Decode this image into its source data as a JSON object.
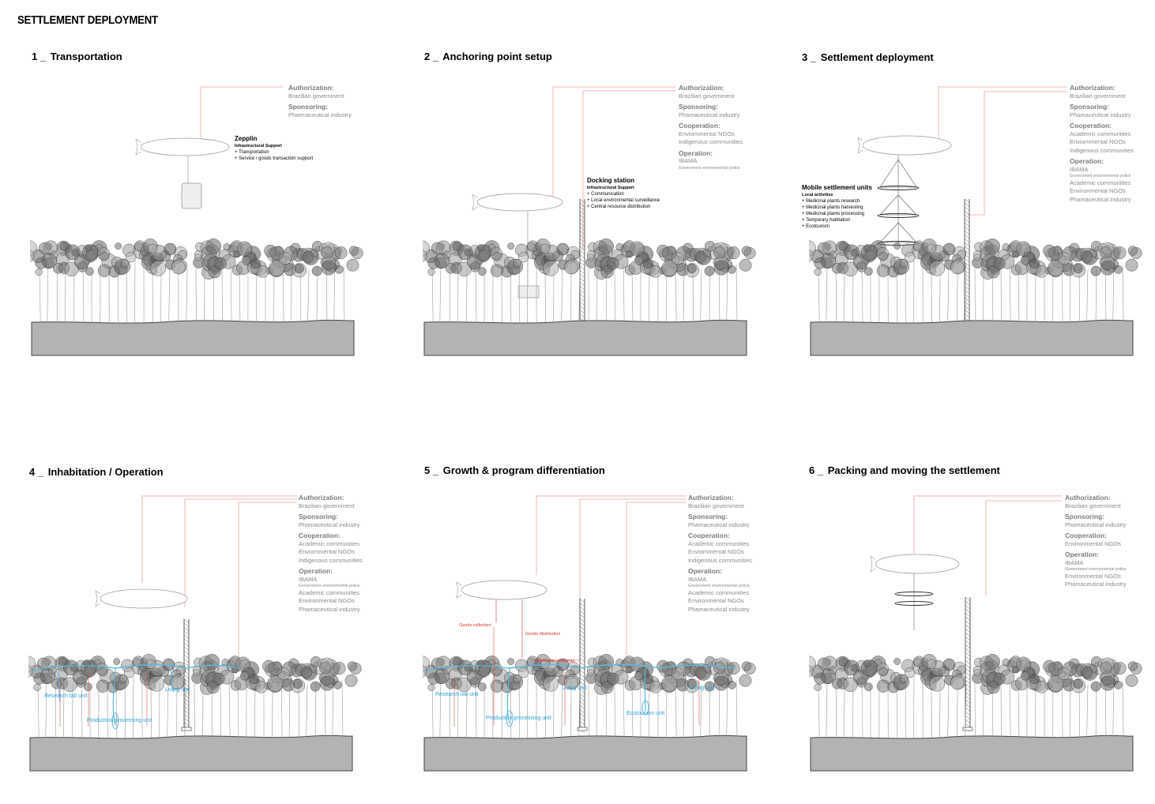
{
  "title": "SETTLEMENT DEPLOYMENT",
  "panels": [
    {
      "number": "1 _",
      "title": "Transportation",
      "info": [
        {
          "label": "Authorization:",
          "items": [
            "Brazilian government"
          ]
        },
        {
          "label": "Sponsoring:",
          "items": [
            "Pharmaceutical industry"
          ]
        }
      ],
      "element": {
        "title": "Zepplin",
        "subtitle": "Infrastructural Support",
        "items": [
          "+ Transportation",
          "+ Service / goods transaction support"
        ]
      }
    },
    {
      "number": "2 _",
      "title": "Anchoring point setup",
      "info": [
        {
          "label": "Authorization:",
          "items": [
            "Brazilian government"
          ]
        },
        {
          "label": "Sponsoring:",
          "items": [
            "Phamaceutical industry"
          ]
        },
        {
          "label": "Cooperation:",
          "items": [
            "Enviornmental NGOs",
            "Indigenous communities"
          ]
        },
        {
          "label": "Operation:",
          "items": [
            "IBAMA"
          ],
          "small": [
            "Government environmental police"
          ]
        }
      ],
      "element": {
        "title": "Docking station",
        "subtitle": "Infrastructural Support",
        "items": [
          "+ Communication",
          "+ Local environmental surveillance",
          "+ Central resource distribution"
        ]
      }
    },
    {
      "number": "3 _",
      "title": "Settlement deployment",
      "info": [
        {
          "label": "Authorization:",
          "items": [
            "Brazilian government"
          ]
        },
        {
          "label": "Sponsoring:",
          "items": [
            "Phamaceutical industry"
          ]
        },
        {
          "label": "Cooperation:",
          "items": [
            "Academic communities",
            "Enviornmental NGOs",
            "Indigenous communities"
          ]
        },
        {
          "label": "Operation:",
          "items": [
            "IBAMA"
          ],
          "small": [
            "Government environmental police"
          ],
          "after": [
            "Academic communities",
            "Environmental NGOs",
            "Phamaceutical industry"
          ]
        }
      ],
      "element": {
        "title": "Mobile settlement units",
        "subtitle": "Local activities",
        "items": [
          "+ Medicinal plants research",
          "+ Medicinal plants harvesting",
          "+ Medicinal plants processing",
          "+ Temporary habitation",
          "+ Ecotourism"
        ]
      }
    },
    {
      "number": "4 _",
      "title": "Inhabitation / Operation",
      "info": [
        {
          "label": "Authorization:",
          "items": [
            "Brazilian government"
          ]
        },
        {
          "label": "Sponsoring:",
          "items": [
            "Phamaceutical industry"
          ]
        },
        {
          "label": "Cooperation:",
          "items": [
            "Academic communities",
            "Enviornmental NGOs",
            "Indigenous communities"
          ]
        },
        {
          "label": "Operation:",
          "items": [
            "IBAMA"
          ],
          "small": [
            "Government environmental police"
          ],
          "after": [
            "Academic communities",
            "Environmental NGOs",
            "Phamaceutical industry"
          ]
        }
      ],
      "units": [
        "Research lab unit",
        "Living unit",
        "Production processing unit"
      ]
    },
    {
      "number": "5 _",
      "title": "Growth & program differentiation",
      "info": [
        {
          "label": "Authorization:",
          "items": [
            "Brazilian government"
          ]
        },
        {
          "label": "Sponsoring:",
          "items": [
            "Phamaceutical industry"
          ]
        },
        {
          "label": "Cooperation:",
          "items": [
            "Academic communities",
            "Enviornmental NGOs",
            "Indigenous communities"
          ]
        },
        {
          "label": "Operation:",
          "items": [
            "IBAMA"
          ],
          "small": [
            "Government environmental police"
          ],
          "after": [
            "Academic communities",
            "Environmental NGOs",
            "Phamaceutical industry"
          ]
        }
      ],
      "units": [
        "Research lab unit",
        "Living unit",
        "Production processing unit",
        "Ecotourism unit",
        "Living unit"
      ],
      "flows": [
        "Goods collection",
        "Goods distribution",
        "Goods for exchange"
      ]
    },
    {
      "number": "6 _",
      "title": "Packing and moving the settlement",
      "info": [
        {
          "label": "Authorization:",
          "items": [
            "Brazilian government"
          ]
        },
        {
          "label": "Sponsoring:",
          "items": [
            "Phamaceutical industry"
          ]
        },
        {
          "label": "Cooperation:",
          "items": [
            "Environmental NGOs"
          ]
        },
        {
          "label": "Operation:",
          "items": [
            "IBAMA"
          ],
          "small": [
            "Government environmental police"
          ],
          "after": [
            "Environmental NGOs",
            "Phamaceutical industry"
          ]
        }
      ]
    }
  ]
}
